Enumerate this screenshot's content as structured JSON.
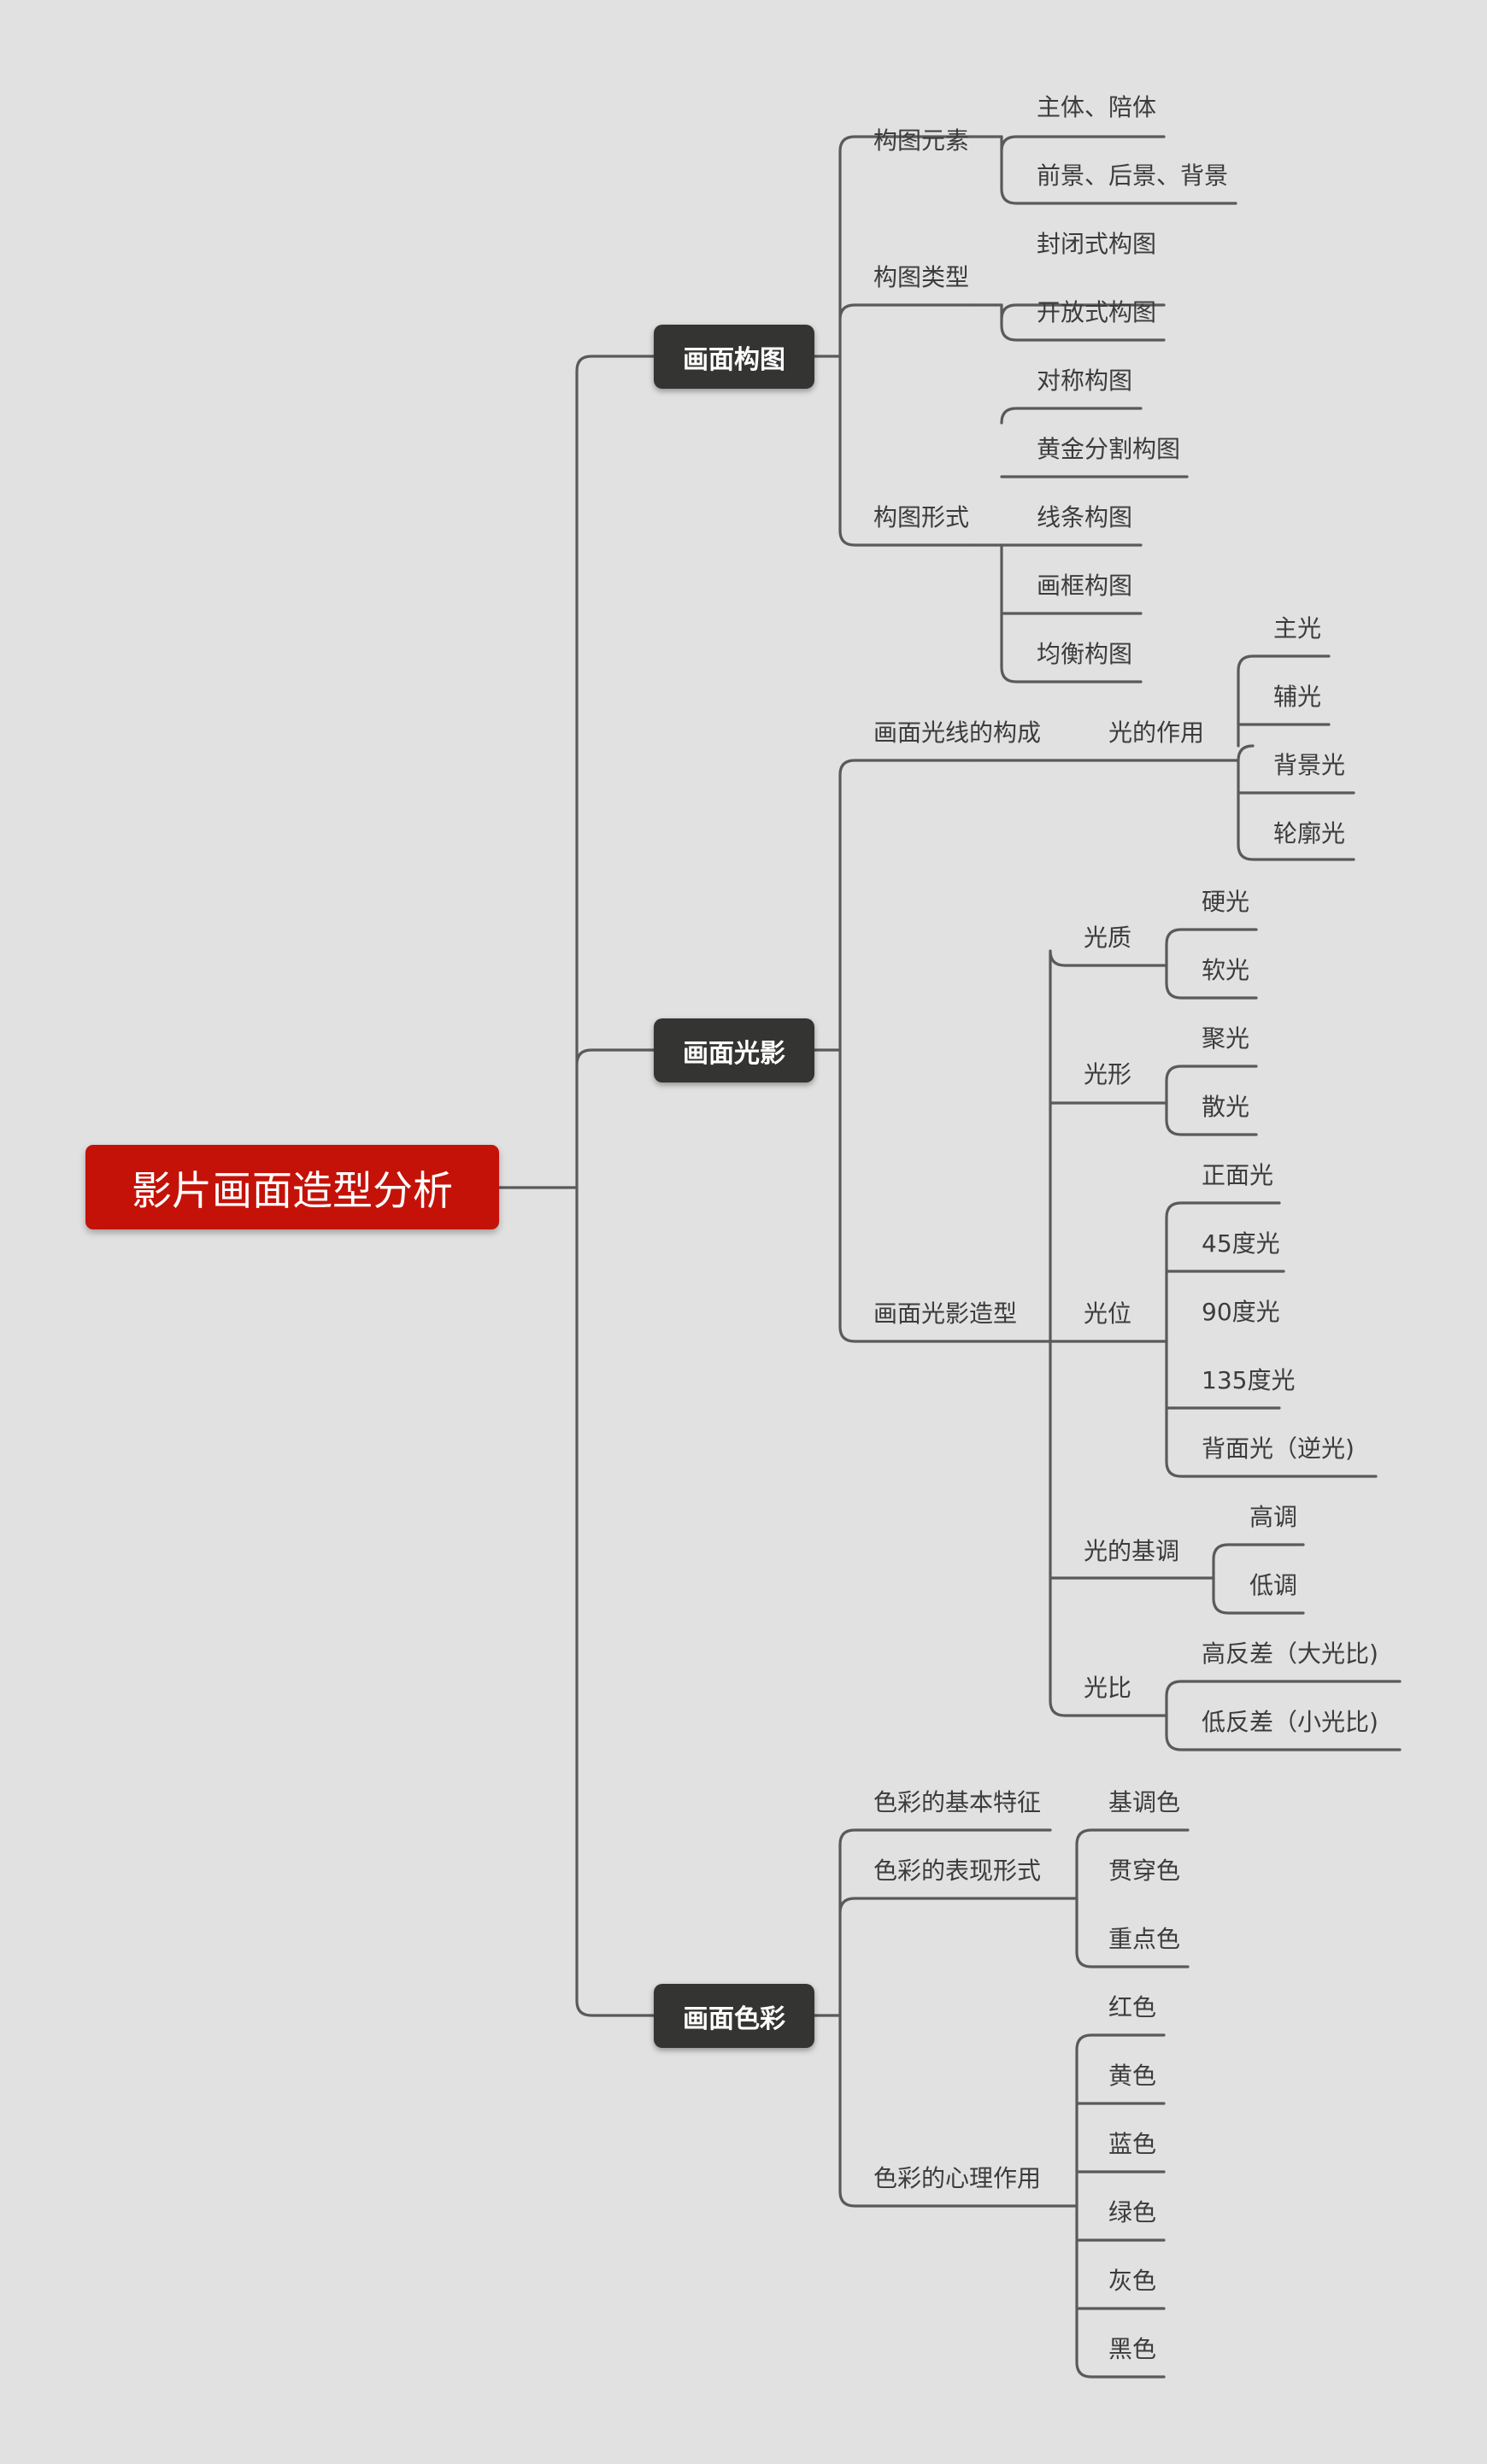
{
  "root": "影片画面造型分析",
  "branches": [
    {
      "label": "画面构图",
      "children": [
        {
          "label": "构图元素",
          "children": [
            {
              "label": "主体、陪体"
            },
            {
              "label": "前景、后景、背景"
            }
          ]
        },
        {
          "label": "构图类型",
          "children": [
            {
              "label": "封闭式构图"
            },
            {
              "label": "开放式构图"
            }
          ]
        },
        {
          "label": "构图形式",
          "children": [
            {
              "label": "对称构图"
            },
            {
              "label": "黄金分割构图"
            },
            {
              "label": "线条构图"
            },
            {
              "label": "画框构图"
            },
            {
              "label": "均衡构图"
            }
          ]
        }
      ]
    },
    {
      "label": "画面光影",
      "children": [
        {
          "label": "画面光线的构成",
          "children": [
            {
              "label": "光的作用",
              "children": [
                {
                  "label": "主光"
                },
                {
                  "label": "辅光"
                },
                {
                  "label": "背景光"
                },
                {
                  "label": "轮廓光"
                }
              ]
            }
          ]
        },
        {
          "label": "画面光影造型",
          "children": [
            {
              "label": "光质",
              "children": [
                {
                  "label": "硬光"
                },
                {
                  "label": "软光"
                }
              ]
            },
            {
              "label": "光形",
              "children": [
                {
                  "label": "聚光"
                },
                {
                  "label": "散光"
                }
              ]
            },
            {
              "label": "光位",
              "children": [
                {
                  "label": "正面光"
                },
                {
                  "label": "45度光"
                },
                {
                  "label": "90度光"
                },
                {
                  "label": "135度光"
                },
                {
                  "label": "背面光（逆光)"
                }
              ]
            },
            {
              "label": "光的基调",
              "children": [
                {
                  "label": "高调"
                },
                {
                  "label": "低调"
                }
              ]
            },
            {
              "label": "光比",
              "children": [
                {
                  "label": "高反差（大光比)"
                },
                {
                  "label": "低反差（小光比)"
                }
              ]
            }
          ]
        }
      ]
    },
    {
      "label": "画面色彩",
      "children": [
        {
          "label": "色彩的基本特征"
        },
        {
          "label": "色彩的表现形式",
          "children": [
            {
              "label": "基调色"
            },
            {
              "label": "贯穿色"
            },
            {
              "label": "重点色"
            }
          ]
        },
        {
          "label": "色彩的心理作用",
          "children": [
            {
              "label": "红色"
            },
            {
              "label": "黄色"
            },
            {
              "label": "蓝色"
            },
            {
              "label": "绿色"
            },
            {
              "label": "灰色"
            },
            {
              "label": "黑色"
            }
          ]
        }
      ]
    }
  ],
  "colors": {
    "background": "#e1e1e1",
    "root_fill": "#c41208",
    "branch_fill": "#343432",
    "line": "#5a5a5a",
    "text": "#3c3c3c"
  }
}
